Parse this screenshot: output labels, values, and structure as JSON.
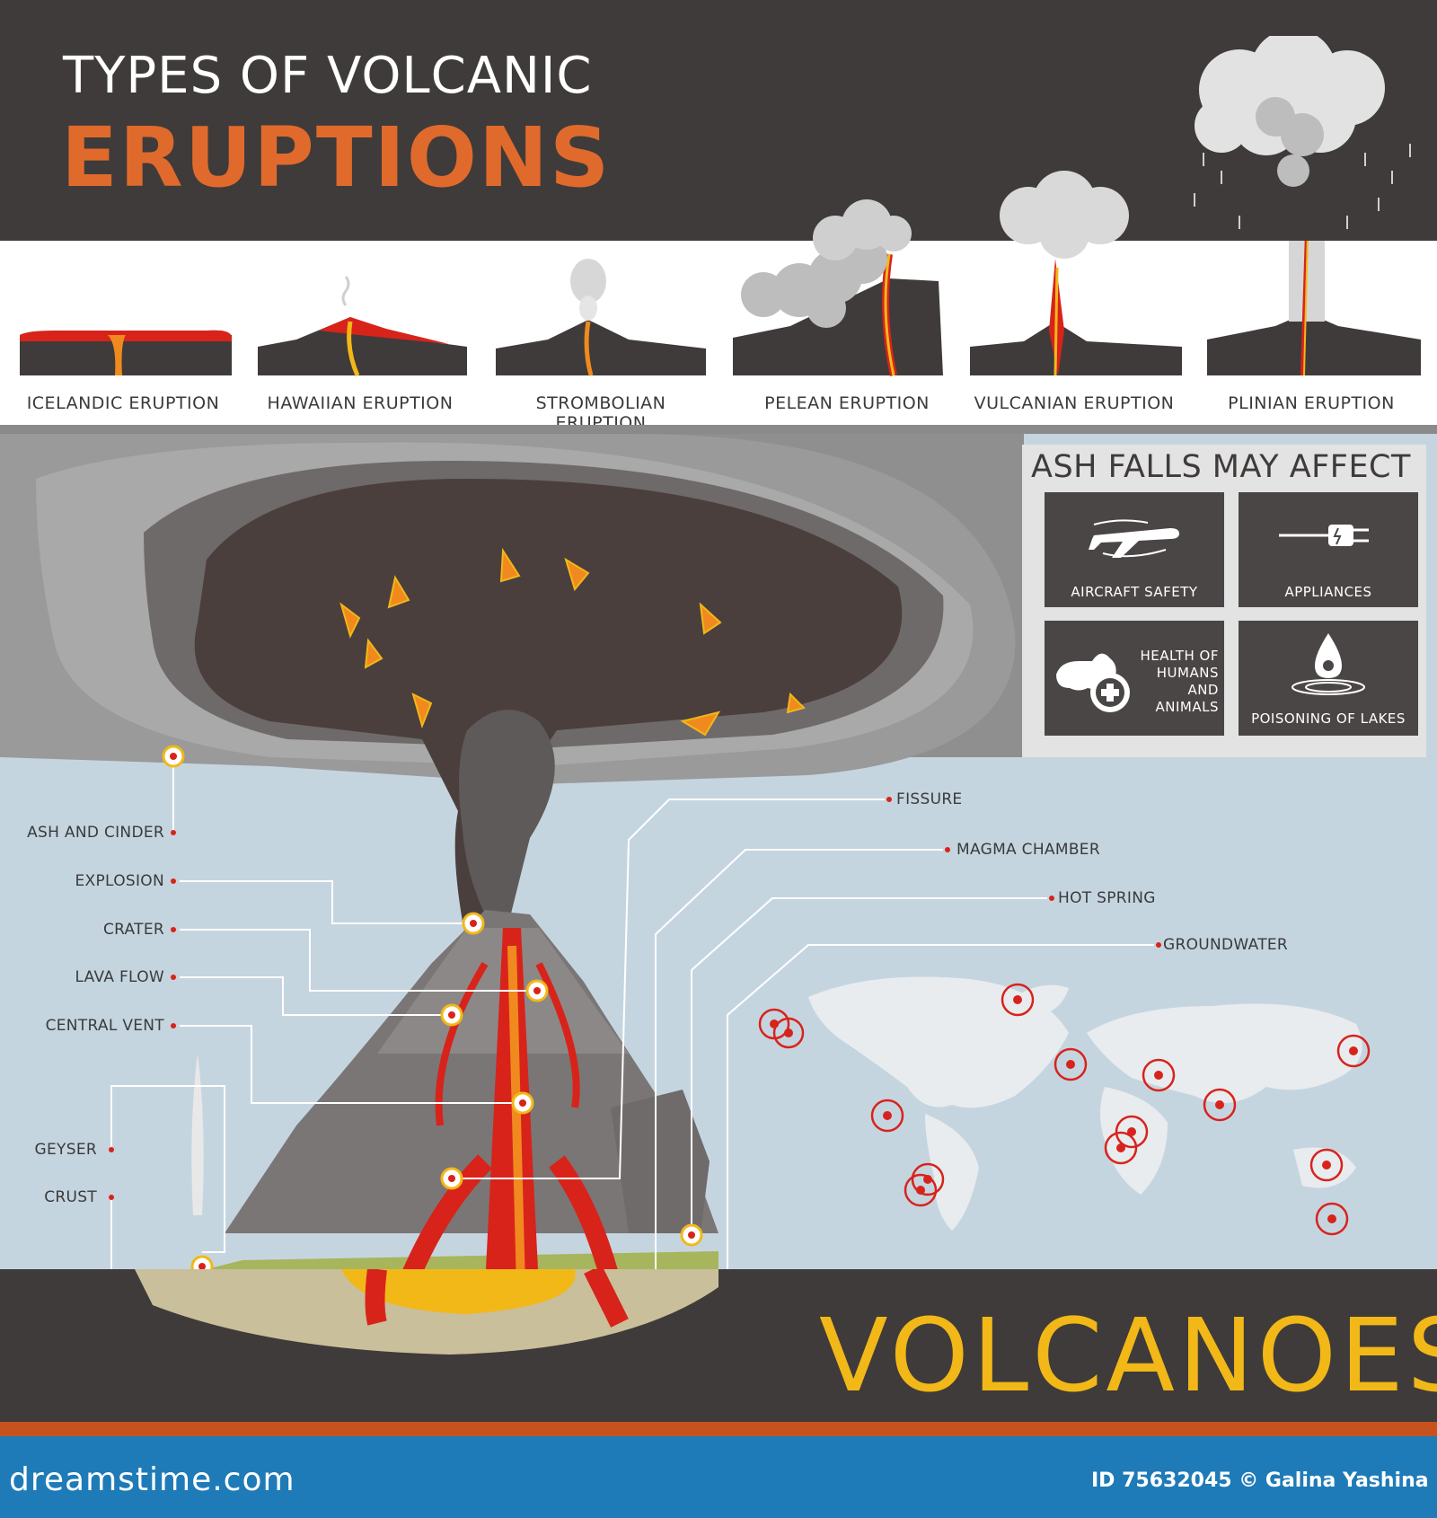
{
  "header": {
    "title_line1": "TYPES OF VOLCANIC",
    "title_line2": "ERUPTIONS"
  },
  "eruption_types": [
    "ICELANDIC ERUPTION",
    "HAWAIIAN ERUPTION",
    "STROMBOLIAN ERUPTION",
    "PELEAN ERUPTION",
    "VULCANIAN ERUPTION",
    "PLINIAN ERUPTION"
  ],
  "callouts_left": [
    "ASH AND CINDER",
    "EXPLOSION",
    "CRATER",
    "LAVA FLOW",
    "CENTRAL VENT",
    "GEYSER",
    "CRUST"
  ],
  "callouts_right": [
    "FISSURE",
    "MAGMA CHAMBER",
    "HOT SPRING",
    "GROUNDWATER"
  ],
  "ash_panel": {
    "title": "ASH FALLS MAY AFFECT",
    "items": [
      {
        "label": "AIRCRAFT SAFETY",
        "icon": "airplane-icon"
      },
      {
        "label": "APPLIANCES",
        "icon": "electric-plug-icon"
      },
      {
        "label": "HEALTH OF HUMANS AND ANIMALS",
        "icon": "health-cross-icon",
        "lines": [
          "HEALTH OF",
          "HUMANS",
          "AND",
          "ANIMALS"
        ]
      },
      {
        "label": "POISONING OF LAKES",
        "icon": "poison-drop-icon"
      }
    ]
  },
  "footer": {
    "big_title": "VOLCANOES",
    "site": "dreamstime.com",
    "credit": "ID 75632045 © Galina Yashina"
  },
  "colors": {
    "dark": "#3f3b3a",
    "orange": "#e06a2c",
    "yellow": "#f2b818",
    "sky": "#c5d5e0",
    "blue_footer": "#1e7bb8",
    "lava_red": "#d8231b"
  }
}
